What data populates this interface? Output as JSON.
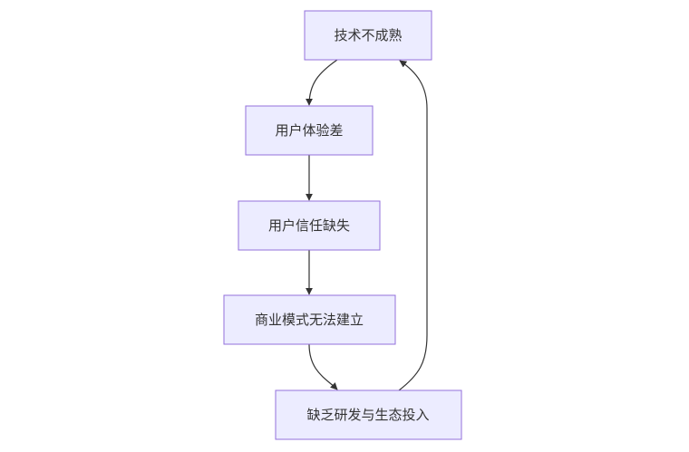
{
  "diagram": {
    "type": "flowchart",
    "direction": "top-down",
    "colors": {
      "node_fill": "#ECECFF",
      "node_stroke": "#9370DB",
      "edge": "#333333",
      "text": "#333333"
    },
    "nodes": [
      {
        "id": "A",
        "label": "技术不成熟"
      },
      {
        "id": "B",
        "label": "用户体验差"
      },
      {
        "id": "C",
        "label": "用户信任缺失"
      },
      {
        "id": "D",
        "label": "商业模式无法建立"
      },
      {
        "id": "E",
        "label": "缺乏研发与生态投入"
      }
    ],
    "edges": [
      {
        "from": "A",
        "to": "B"
      },
      {
        "from": "B",
        "to": "C"
      },
      {
        "from": "C",
        "to": "D"
      },
      {
        "from": "D",
        "to": "E"
      },
      {
        "from": "E",
        "to": "A"
      }
    ]
  }
}
